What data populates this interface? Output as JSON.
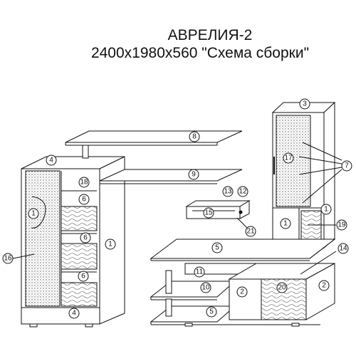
{
  "title": {
    "line1": "АВРЕЛИЯ-2",
    "line2": "2400х1980х560 \"Схема сборки\""
  },
  "callouts": {
    "n1": "1",
    "n2": "2",
    "n3": "3",
    "n4": "4",
    "n5": "5",
    "n6": "6",
    "n7": "7",
    "n8": "8",
    "n9": "9",
    "n10": "10",
    "n11": "11",
    "n12": "12",
    "n13": "13",
    "n14": "14",
    "n15": "15",
    "n16": "16",
    "n17": "17",
    "n18": "18",
    "n19": "19",
    "n20": "20",
    "n21": "21"
  }
}
